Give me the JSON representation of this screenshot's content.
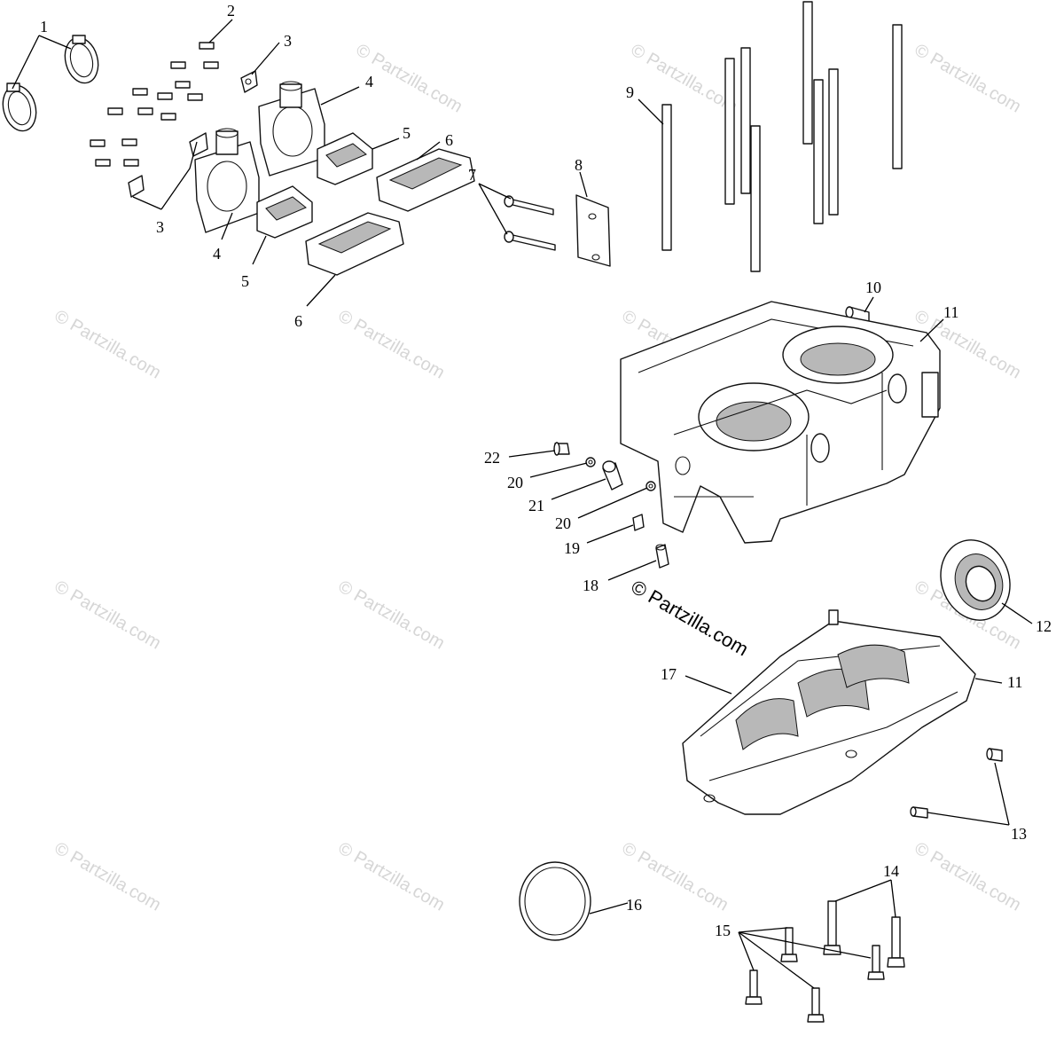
{
  "watermark": "© Partzilla.com",
  "copyright": "© Partzilla.com",
  "callouts": {
    "c1": "1",
    "c2": "2",
    "c3a": "3",
    "c3b": "3",
    "c4a": "4",
    "c4b": "4",
    "c5a": "5",
    "c5b": "5",
    "c6a": "6",
    "c6b": "6",
    "c7": "7",
    "c8": "8",
    "c9": "9",
    "c10": "10",
    "c11a": "11",
    "c11b": "11",
    "c12": "12",
    "c13": "13",
    "c14": "14",
    "c15": "15",
    "c16": "16",
    "c17": "17",
    "c18": "18",
    "c19": "19",
    "c20a": "20",
    "c20b": "20",
    "c21": "21",
    "c22": "22"
  }
}
